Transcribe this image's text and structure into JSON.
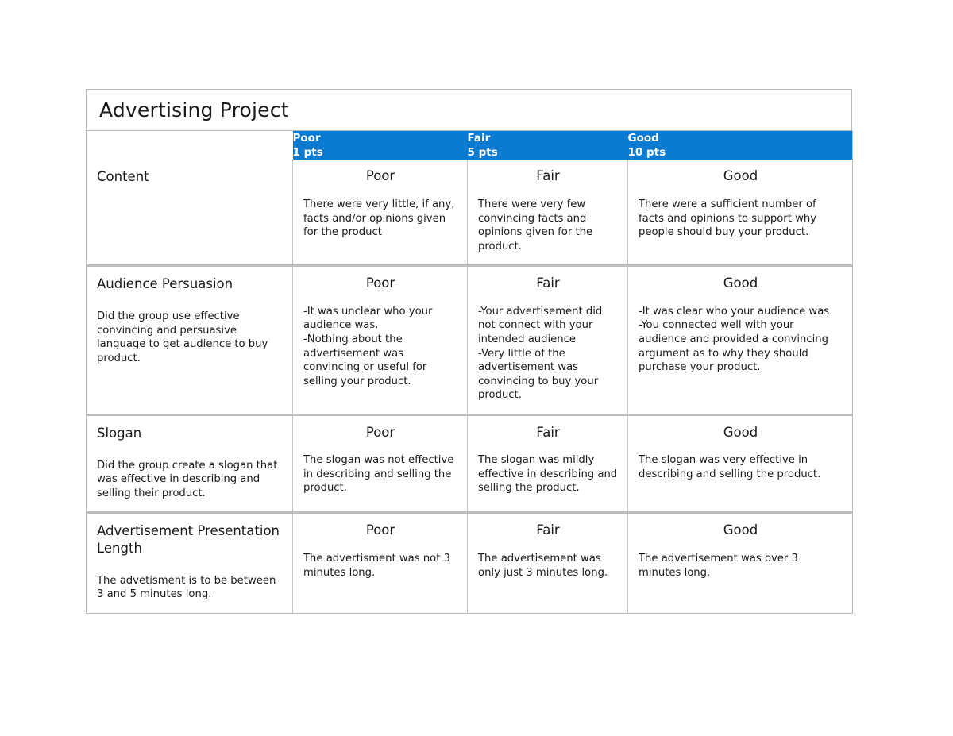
{
  "document": {
    "title": "Advertising Project"
  },
  "table": {
    "columns": [
      {
        "name": "criteria",
        "label": "",
        "points": ""
      },
      {
        "name": "poor",
        "label": "Poor",
        "points": "1 pts"
      },
      {
        "name": "fair",
        "label": "Fair",
        "points": "5 pts"
      },
      {
        "name": "good",
        "label": "Good",
        "points": "10 pts"
      }
    ],
    "rows": [
      {
        "criteria_title": "Content",
        "criteria_desc": "",
        "poor_label": "Poor",
        "poor_desc": "There were very little, if any, facts and/or opinions given for the product",
        "fair_label": "Fair",
        "fair_desc": "There were very few convincing facts and opinions given for the product.",
        "good_label": "Good",
        "good_desc": "There were a sufficient number of facts and opinions to support why people should buy your product."
      },
      {
        "criteria_title": "Audience Persuasion",
        "criteria_desc": "Did the group use effective convincing and persuasive language to get audience to buy product.",
        "poor_label": "Poor",
        "poor_desc": "-It was unclear who your audience was.\n-Nothing about the advertisement was convincing or useful for selling your product.",
        "fair_label": "Fair",
        "fair_desc": "-Your advertisement did not connect with your intended audience\n-Very little of the advertisement was convincing to buy your product.",
        "good_label": "Good",
        "good_desc": "-It was clear who your audience was.\n-You connected well with your audience and provided a convincing argument as to why they should purchase your product."
      },
      {
        "criteria_title": "Slogan",
        "criteria_desc": "Did the group create a slogan that was effective in describing and selling their product.",
        "poor_label": "Poor",
        "poor_desc": "The slogan was not effective in describing and selling the product.",
        "fair_label": "Fair",
        "fair_desc": "The slogan was mildly effective in describing and selling the product.",
        "good_label": "Good",
        "good_desc": "The slogan was very effective in describing and selling the product."
      },
      {
        "criteria_title": "Advertisement Presentation Length",
        "criteria_desc": "The advetisment is to be between 3 and 5 minutes long.",
        "poor_label": "Poor",
        "poor_desc": "The advertisment was not 3 minutes long.",
        "fair_label": "Fair",
        "fair_desc": "The advertisement was only just 3 minutes long.",
        "good_label": "Good",
        "good_desc": "The advertisement was over 3 minutes long."
      }
    ]
  },
  "theme": {
    "header_blue": "#0b7ad1",
    "border_gray": "#c4c4c4",
    "text_color": "#1a1a1a",
    "page_background": "#ffffff"
  }
}
